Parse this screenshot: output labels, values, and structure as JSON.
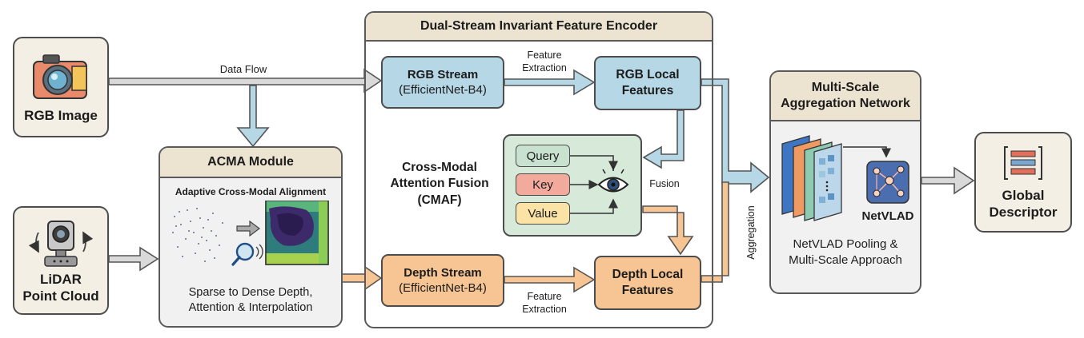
{
  "inputs": {
    "rgb_image": "RGB Image",
    "lidar_line1": "LiDAR",
    "lidar_line2": "Point Cloud"
  },
  "edges": {
    "data_flow": "Data Flow",
    "feature_extraction_top_1": "Feature",
    "feature_extraction_top_2": "Extraction",
    "feature_extraction_bottom_1": "Feature",
    "feature_extraction_bottom_2": "Extraction",
    "fusion": "Fusion",
    "aggregation": "Aggregation"
  },
  "acma": {
    "title": "ACMA Module",
    "subtitle": "Adaptive Cross-Modal Alignment",
    "desc_line1": "Sparse to Dense Depth,",
    "desc_line2": "Attention & Interpolation"
  },
  "encoder": {
    "title": "Dual-Stream Invariant Feature Encoder",
    "rgb_stream_1": "RGB Stream",
    "rgb_stream_2": "(EfficientNet-B4)",
    "rgb_local_1": "RGB Local",
    "rgb_local_2": "Features",
    "depth_stream_1": "Depth Stream",
    "depth_stream_2": "(EfficientNet-B4)",
    "depth_local_1": "Depth Local",
    "depth_local_2": "Features",
    "cmaf_1": "Cross-Modal",
    "cmaf_2": "Attention Fusion",
    "cmaf_3": "(CMAF)",
    "query": "Query",
    "key": "Key",
    "value": "Value"
  },
  "aggregation": {
    "title_1": "Multi-Scale",
    "title_2": "Aggregation Network",
    "netvlad": "NetVLAD",
    "desc_1": "NetVLAD Pooling &",
    "desc_2": "Multi-Scale Approach"
  },
  "output": {
    "line1": "Global",
    "line2": "Descriptor"
  },
  "colors": {
    "rgb_blue": "#b6d7e6",
    "depth_orange": "#f6c593",
    "cmaf_green": "#d7e9d8",
    "query_green": "#c8e2cf",
    "key_red": "#f2aa9d",
    "value_yellow": "#fbe3a5",
    "header_tan": "#ece3d0",
    "input_cream": "#f4efe4"
  }
}
